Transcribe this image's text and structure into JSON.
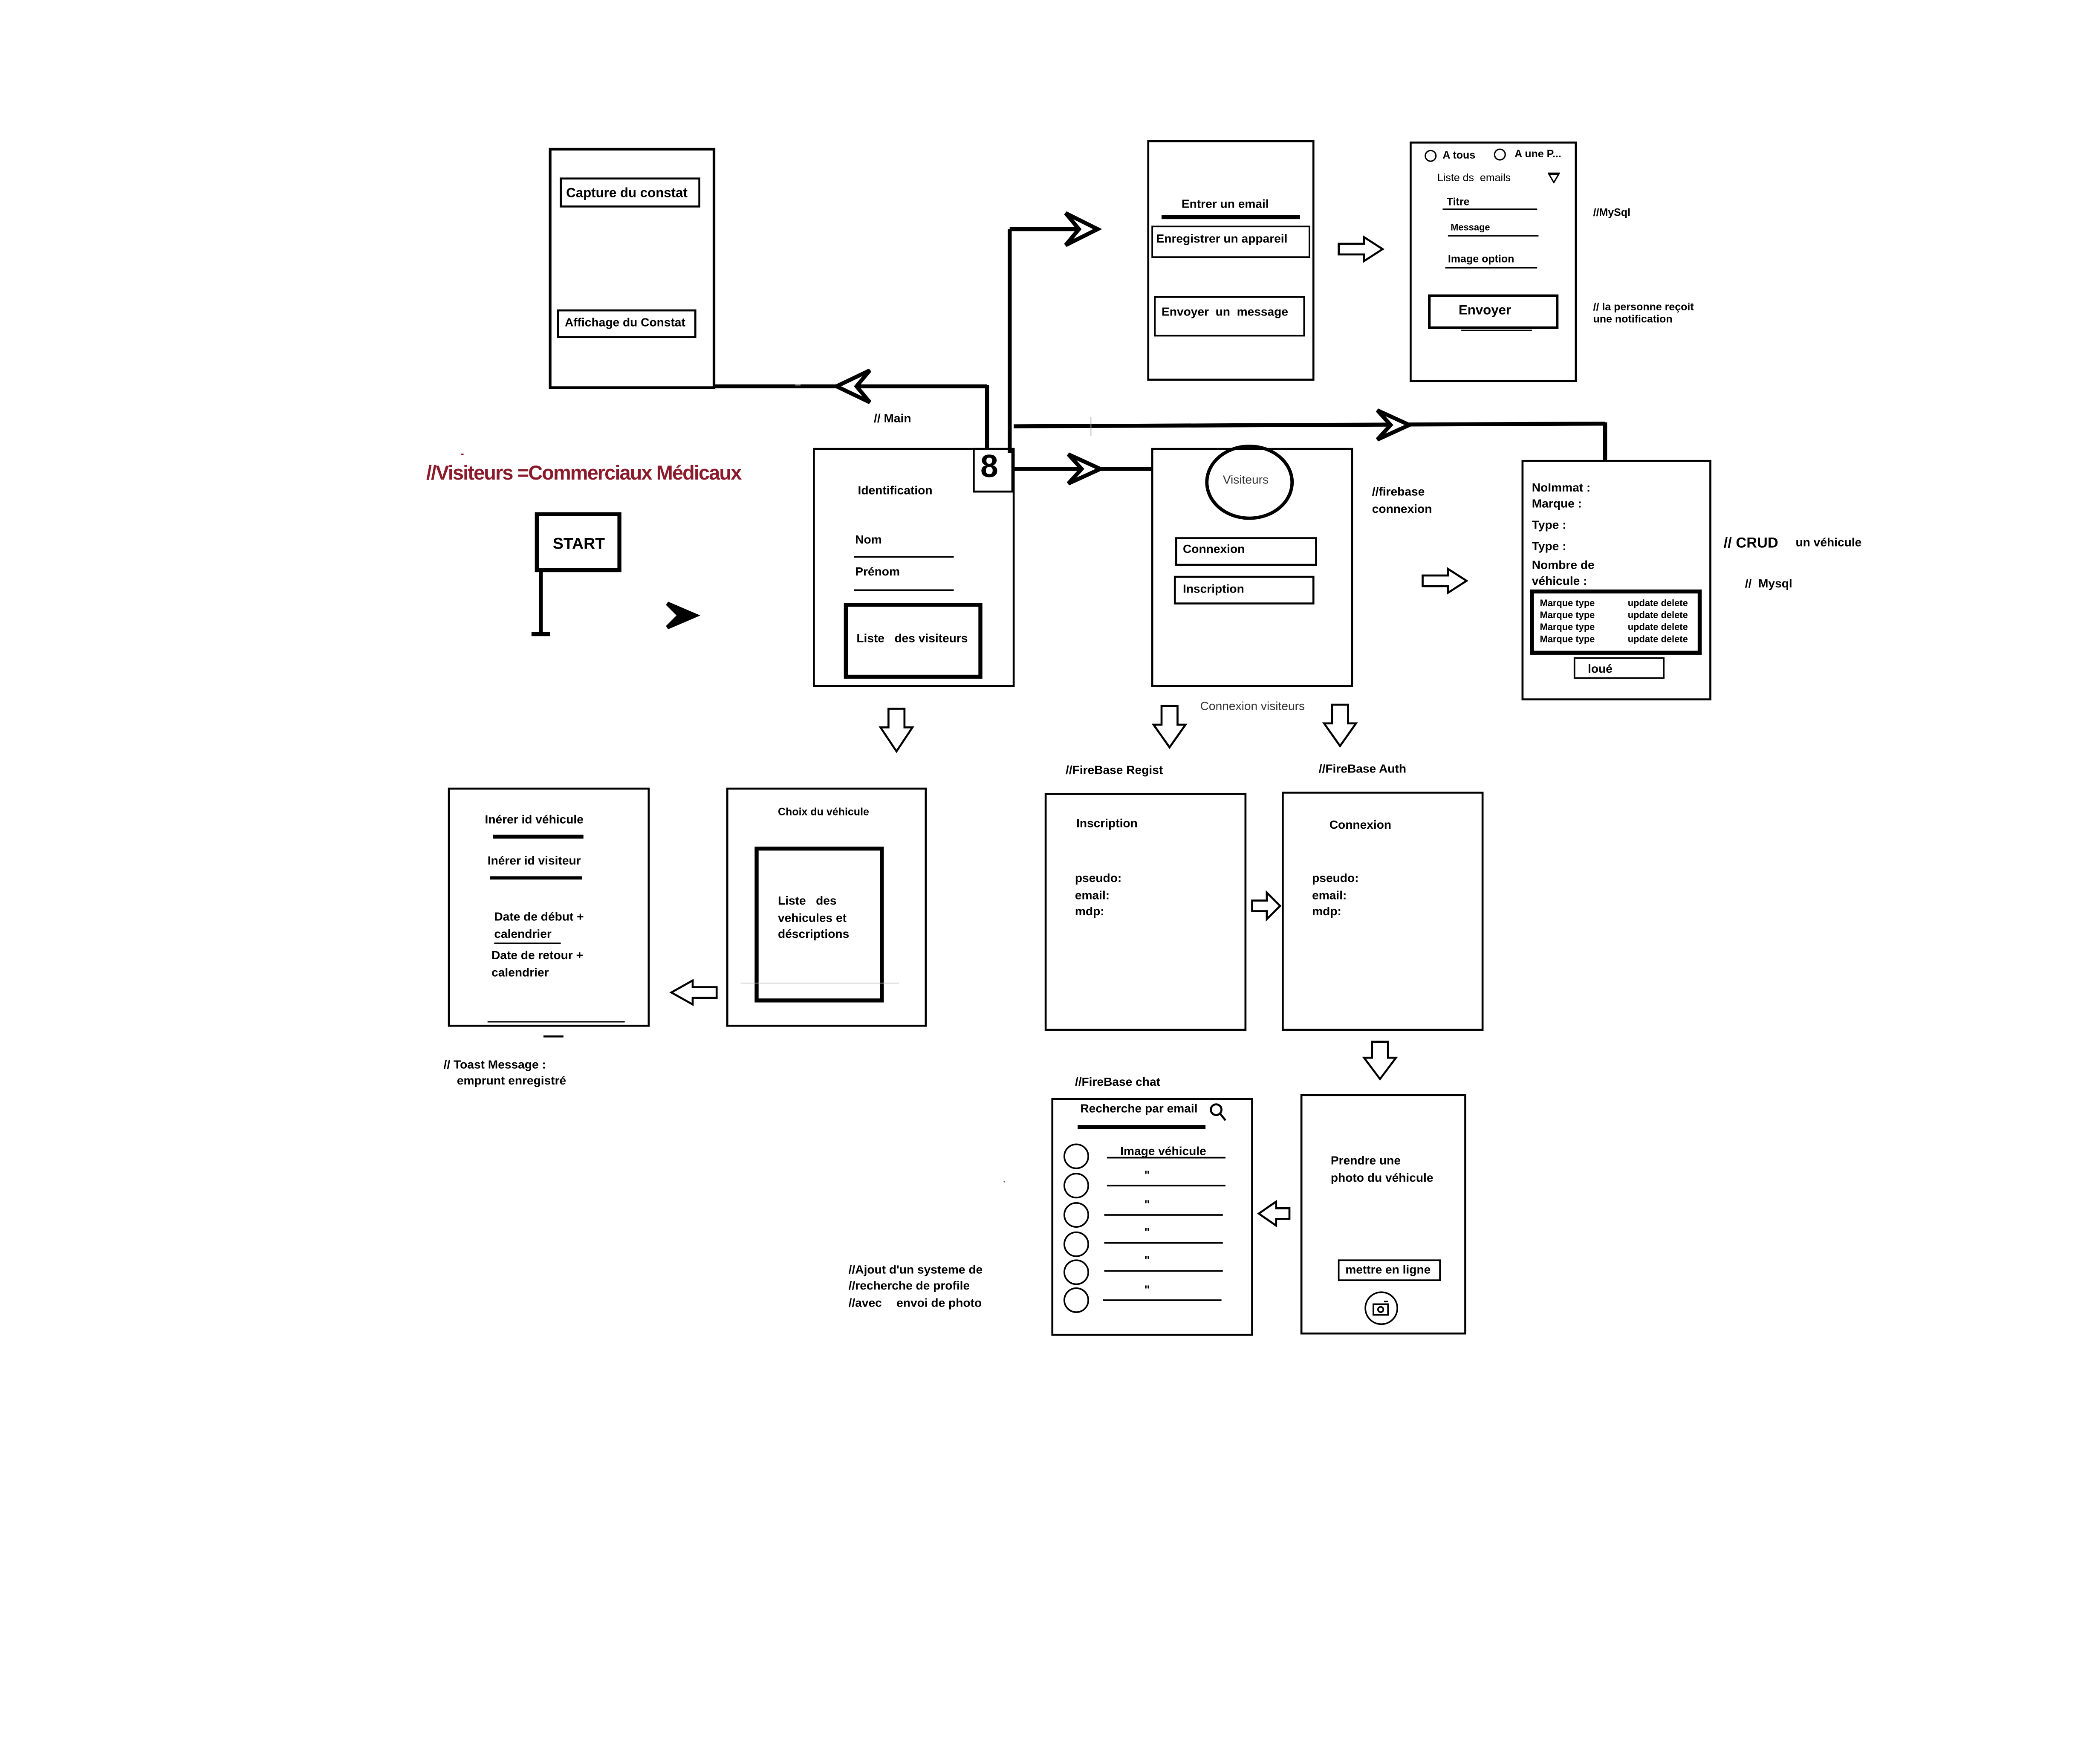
{
  "diagram": {
    "title": "//Visiteurs =Commerciaux Médicaux",
    "start": {
      "label": "START"
    },
    "main_note": "// Main",
    "constat_screen": {
      "capture": "Capture du constat",
      "affichage": "Affichage du Constat"
    },
    "identification_screen": {
      "title": "Identification",
      "nom": "Nom",
      "prenom": "Prénom",
      "liste": "Liste   des visiteurs",
      "badge": "8"
    },
    "email_screen": {
      "entrer": "Entrer un email",
      "enregistrer": "Enregistrer un appareil",
      "envoyer": "Envoyer  un  message"
    },
    "notification_screen": {
      "radio_tous": "A tous",
      "radio_une": "A une P...",
      "liste": "Liste ds  emails",
      "titre": "Titre",
      "message": "Message",
      "image": "Image option",
      "envoyer": "Envoyer"
    },
    "notes": {
      "mysql": "//MySql",
      "notification": "// la personne reçoit\nune notification",
      "firebase_connexion": "//firebase\nconnexion",
      "crud_prefix": "// CRUD",
      "crud_suffix": "un véhicule",
      "mysql2": "//  Mysql",
      "connexion_visiteurs": "Connexion visiteurs",
      "firebase_regist": "//FireBase Regist",
      "firebase_auth": "//FireBase Auth",
      "firebase_chat": "//FireBase chat",
      "toast": "// Toast Message :\n    emprunt enregistré",
      "ajout_1": "//Ajout d'un systeme de",
      "ajout_2": "//recherche de profile",
      "ajout_3a": "//avec",
      "ajout_3b": "envoi de photo"
    },
    "visiteurs_screen": {
      "circle": "Visiteurs",
      "connexion": "Connexion",
      "inscription": "Inscription"
    },
    "vehicule_screen": {
      "immat": "NoImmat :",
      "marque": "Marque :",
      "type1": "Type :",
      "type2": "Type :",
      "nombre": "Nombre de\nvéhicule :",
      "rows": [
        {
          "left": "Marque type",
          "right": "update delete"
        },
        {
          "left": "Marque type",
          "right": "update delete"
        },
        {
          "left": "Marque type",
          "right": "update delete"
        },
        {
          "left": "Marque type",
          "right": "update delete"
        }
      ],
      "loue": "loué"
    },
    "emprunt_screen": {
      "id_vehicule": "Inérer id véhicule",
      "id_visiteur": "Inérer id visiteur",
      "date_debut": "Date de début +\ncalendrier",
      "date_retour": "Date de retour +\ncalendrier"
    },
    "choix_screen": {
      "title": "Choix du véhicule",
      "liste": "Liste   des\nvehicules et\ndéscriptions"
    },
    "inscription_screen": {
      "title": "Inscription",
      "fields": "pseudo:\nemail:\nmdp:"
    },
    "connexion_screen": {
      "title": "Connexion",
      "fields": "pseudo:\nemail:\nmdp:"
    },
    "chat_screen": {
      "search": "Recherche par email",
      "header": "Image véhicule",
      "ditto": "\""
    },
    "photo_screen": {
      "text": "Prendre une\nphoto du véhicule",
      "button": "mettre en ligne"
    }
  }
}
